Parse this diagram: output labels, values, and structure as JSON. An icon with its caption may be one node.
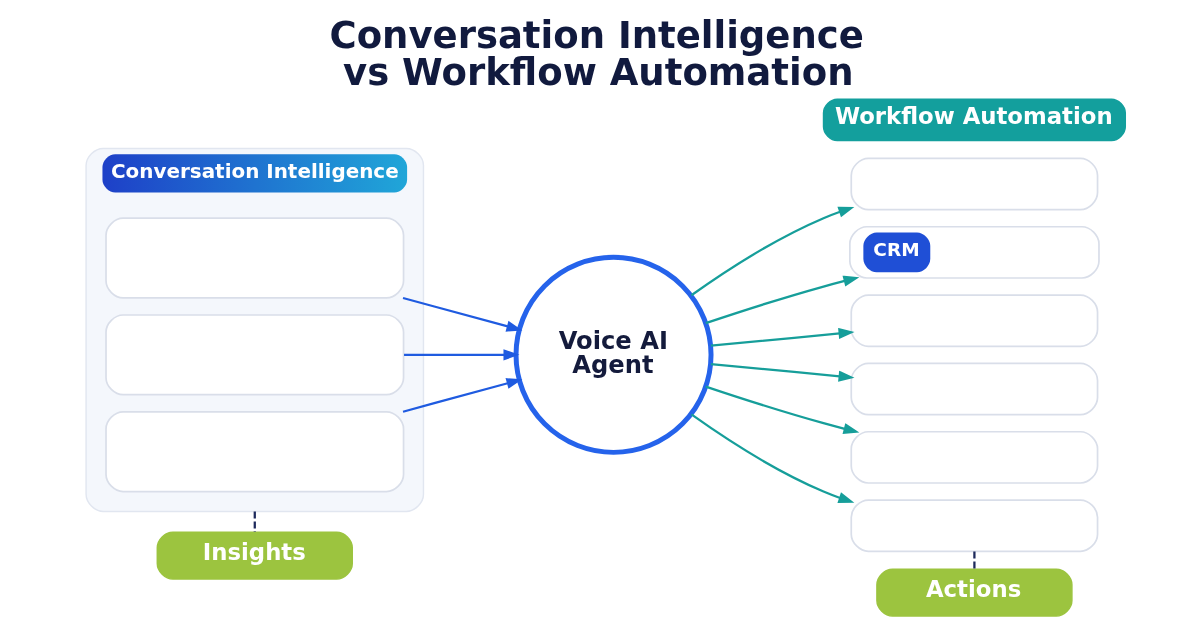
{
  "diagram": {
    "title": "Conversation Intelligence vs Workflow Automation",
    "nodes": [
      {
        "text": [
          "Conversation Intelligence"
        ]
      },
      {
        "text": [],
        "shape": "box",
        "in": 0
      },
      {
        "text": [],
        "shape": "box",
        "in": 0
      },
      {
        "text": [],
        "shape": "box",
        "in": 0
      },
      {
        "text": [
          "Voice AI Agent"
        ]
      },
      {
        "text": [
          "Workflow Automation"
        ]
      },
      {
        "text": [],
        "shape": "box"
      },
      {
        "text": [
          "CRM"
        ]
      },
      {
        "text": [],
        "shape": "box"
      },
      {
        "text": [],
        "shape": "box"
      },
      {
        "text": [],
        "shape": "box"
      },
      {
        "text": [],
        "shape": "box"
      },
      {
        "text": [
          "Insights"
        ]
      },
      {
        "text": [
          "Actions"
        ]
      }
    ],
    "edges": [
      {
        "from": 1,
        "to": 4,
        "arrow": "to",
        "color": "#1f5be0"
      },
      {
        "from": 2,
        "to": 4,
        "arrow": "to",
        "color": "#1f5be0"
      },
      {
        "from": 3,
        "to": 4,
        "arrow": "to",
        "color": "#1f5be0"
      },
      {
        "from": 4,
        "to": 6,
        "arrow": "to"
      },
      {
        "from": 4,
        "to": 7,
        "arrow": "to"
      },
      {
        "from": 4,
        "to": 8,
        "arrow": "to"
      },
      {
        "from": 4,
        "to": 9,
        "arrow": "to"
      },
      {
        "from": 4,
        "to": 10,
        "arrow": "to"
      },
      {
        "from": 4,
        "to": 11,
        "arrow": "to"
      },
      {
        "from": 0,
        "to": 12,
        "arrow": "none",
        "style": "dashed",
        "color": "#1e2a5c"
      },
      {
        "from": 11,
        "to": 13,
        "arrow": "none",
        "style": "dashed",
        "color": "#1e2a5c"
      }
    ]
  }
}
